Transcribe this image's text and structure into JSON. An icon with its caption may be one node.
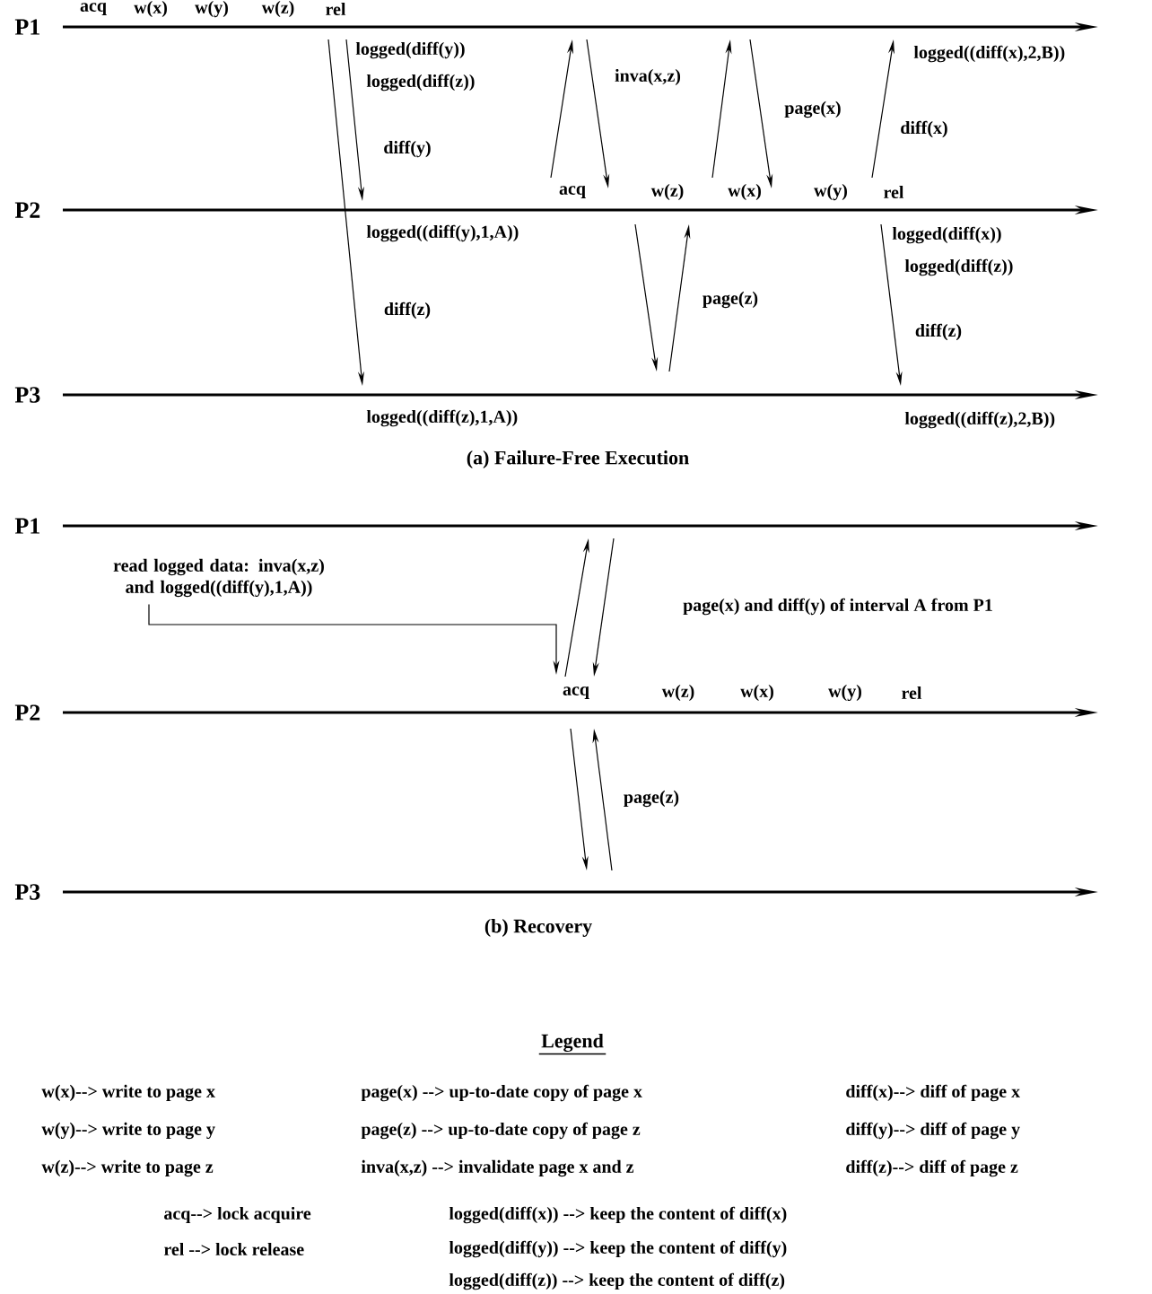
{
  "diagram": {
    "nodes": [
      {
        "text": [
          "P1"
        ]
      },
      {
        "text": [
          "P2"
        ]
      },
      {
        "text": [
          "P3"
        ]
      },
      {
        "text": [
          "P1"
        ]
      },
      {
        "text": [
          "P2"
        ]
      },
      {
        "text": [
          "P3"
        ]
      },
      {
        "text": [
          "read logged data: inva(x,z) and logged((diff(y),1,A))"
        ]
      }
    ],
    "edges": [
      {
        "from": 0,
        "to": 1,
        "arrow": "to",
        "label": "diff(y)"
      },
      {
        "from": 0,
        "to": 2,
        "arrow": "to",
        "label": "diff(z)"
      },
      {
        "from": 1,
        "to": 0,
        "arrow": "to"
      },
      {
        "from": 0,
        "to": 1,
        "arrow": "to",
        "label": "inva(x,z)"
      },
      {
        "from": 1,
        "to": 0,
        "arrow": "to"
      },
      {
        "from": 0,
        "to": 1,
        "arrow": "to",
        "label": "page(x)"
      },
      {
        "from": 1,
        "to": 0,
        "arrow": "to",
        "label": "diff(x)"
      },
      {
        "from": 1,
        "to": 2,
        "arrow": "to"
      },
      {
        "from": 2,
        "to": 1,
        "arrow": "to",
        "label": "page(z)"
      },
      {
        "from": 1,
        "to": 2,
        "arrow": "to",
        "label": "diff(z)"
      },
      {
        "from": 4,
        "to": 3,
        "arrow": "to"
      },
      {
        "from": 3,
        "to": 4,
        "arrow": "to",
        "label": "page(x) and diff(y) of interval A from P1"
      },
      {
        "from": 6,
        "to": 4,
        "arrow": "to"
      },
      {
        "from": 4,
        "to": 5,
        "arrow": "to"
      },
      {
        "from": 5,
        "to": 4,
        "arrow": "to",
        "label": "page(z)"
      }
    ],
    "labels": [
      "acq",
      "w(x)",
      "w(y)",
      "w(z)",
      "rel",
      "logged(diff(y))",
      "logged((diff(x),2,B))",
      "logged(diff(z))",
      "acq",
      "w(z)",
      "w(x)",
      "w(y)",
      "rel",
      "logged((diff(y),1,A))",
      "logged(diff(x))",
      "logged(diff(z))",
      "logged((diff(z),1,A))",
      "logged((diff(z),2,B))",
      "(a) Failure-Free Execution",
      "acq",
      "w(z)",
      "w(x)",
      "w(y)",
      "rel",
      "(b) Recovery",
      "Legend",
      "w(x)--> write to page x",
      "page(x) --> up-to-date copy of page x",
      "diff(x)--> diff of page x",
      "w(y)--> write to page y",
      "page(z) --> up-to-date copy of page z",
      "diff(y)--> diff of page y",
      "w(z)--> write to page z",
      "inva(x,z) --> invalidate page x and z",
      "diff(z)--> diff of page z",
      "acq--> lock acquire",
      "logged(diff(x)) --> keep the content of diff(x)",
      "rel --> lock release",
      "logged(diff(y)) --> keep the content of diff(y)",
      "logged(diff(z)) --> keep the content of diff(z)"
    ]
  }
}
